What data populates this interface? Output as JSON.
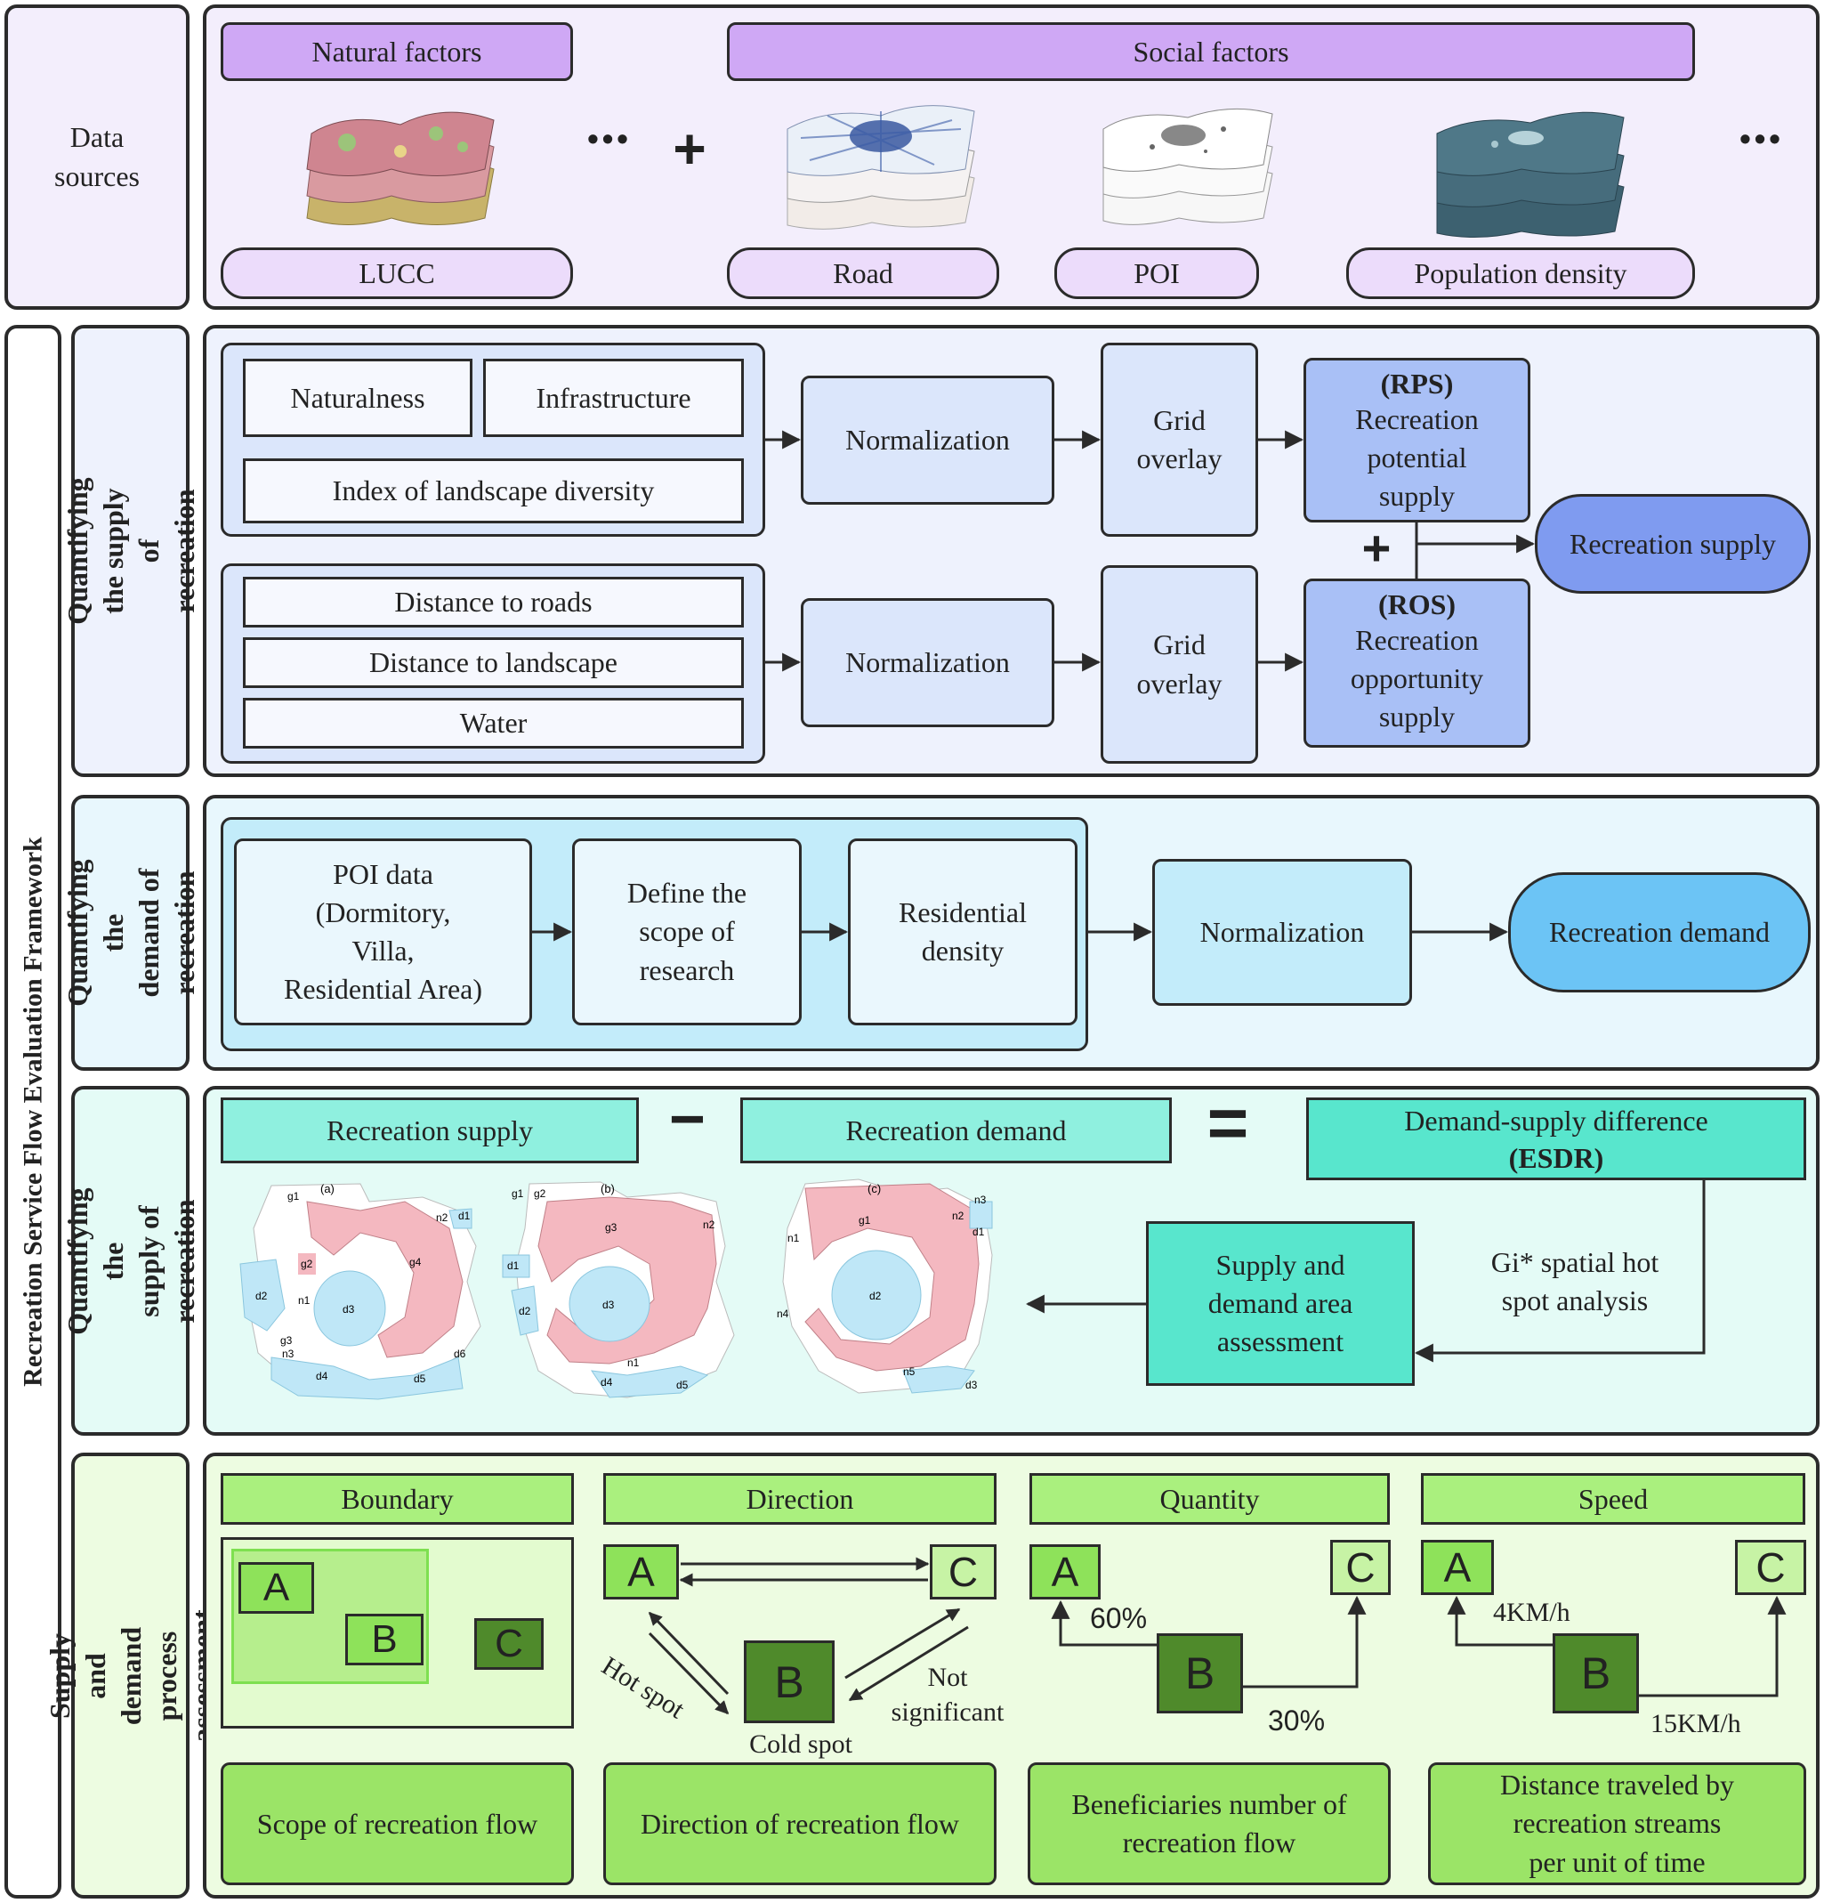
{
  "framework_title": "Recreation Service Flow Evaluation Framework",
  "data_sources": {
    "label": "Data\nsources",
    "natural_header": "Natural factors",
    "social_header": "Social factors",
    "ellipsis": "•••",
    "plus": "+",
    "layers": [
      "LUCC",
      "Road",
      "POI",
      "Population density"
    ]
  },
  "supply": {
    "side_label": "Quantifying the supply of\nrecreation",
    "group1": [
      "Naturalness",
      "Infrastructure",
      "Index of landscape diversity"
    ],
    "group2": [
      "Distance to roads",
      "Distance to landscape",
      "Water"
    ],
    "normalization": "Normalization",
    "grid_overlay": "Grid\noverlay",
    "rps_abbr": "(RPS)",
    "rps_text": "Recreation\npotential\nsupply",
    "ros_abbr": "(ROS)",
    "ros_text": "Recreation\nopportunity\nsupply",
    "plus": "+",
    "result": "Recreation supply"
  },
  "demand": {
    "side_label": "Quantifying the\ndemand of\nrecreation",
    "poi": "POI data\n(Dormitory,\nVilla,\nResidential Area)",
    "scope": "Define the\nscope of\nresearch",
    "density": "Residential\ndensity",
    "normalization": "Normalization",
    "result": "Recreation demand"
  },
  "esdr": {
    "side_label": "Quantifying the\nsupply of recreation",
    "supply": "Recreation supply",
    "minus": "−",
    "demand": "Recreation demand",
    "equals": "=",
    "difference": "Demand-supply difference",
    "difference_abbr": "(ESDR)",
    "hotspot": "Gi* spatial hot\nspot analysis",
    "assessment": "Supply and\ndemand area\nassessment",
    "maps": [
      {
        "panel": "(a)",
        "labels": [
          "g1",
          "d1",
          "n2",
          "g4",
          "g2",
          "d2",
          "n1",
          "d3",
          "g3",
          "n3",
          "d6",
          "d4",
          "d5"
        ]
      },
      {
        "panel": "(b)",
        "labels": [
          "g1",
          "g2",
          "g3",
          "n2",
          "d1",
          "d2",
          "d3",
          "n1",
          "d4",
          "d5"
        ]
      },
      {
        "panel": "(c)",
        "labels": [
          "g1",
          "n3",
          "n2",
          "d1",
          "n1",
          "n4",
          "d2",
          "n5",
          "d3"
        ]
      }
    ]
  },
  "process": {
    "side_label": "Supply and demand process\nassessment",
    "headers": [
      "Boundary",
      "Direction",
      "Quantity",
      "Speed"
    ],
    "nodes": {
      "a": "A",
      "b": "B",
      "c": "C"
    },
    "hot_spot": "Hot spot",
    "cold_spot": "Cold spot",
    "not_significant": "Not\nsignificant",
    "pct_60": "60%",
    "pct_30": "30%",
    "speed_4": "4KM/h",
    "speed_15": "15KM/h",
    "outputs": [
      "Scope of recreation flow",
      "Direction of recreation flow",
      "Beneficiaries number of\nrecreation flow",
      "Distance traveled by\nrecreation streams\nper unit of time"
    ]
  },
  "colors": {
    "panel_bg_sources": "#f3eefc",
    "purple": "#cfa8f5",
    "purple_light": "#ecdcfb",
    "blue_bg": "#eef2fd",
    "blue_box": "#dbe6fb",
    "blue_dark": "#a9c0f6",
    "blue_result": "#7f9bf0",
    "cyan_bg": "#e8f7fd",
    "cyan_group": "#c3ecfa",
    "cyan_box": "#eaf7fd",
    "cyan_result": "#6cc4f5",
    "teal_bg": "#e4fbf6",
    "teal": "#8ff0df",
    "teal_dark": "#58e6cd",
    "green_bg": "#edfce1",
    "green": "#aaf07e",
    "green_box": "#9be467",
    "green_dark": "#4f8a2b"
  }
}
